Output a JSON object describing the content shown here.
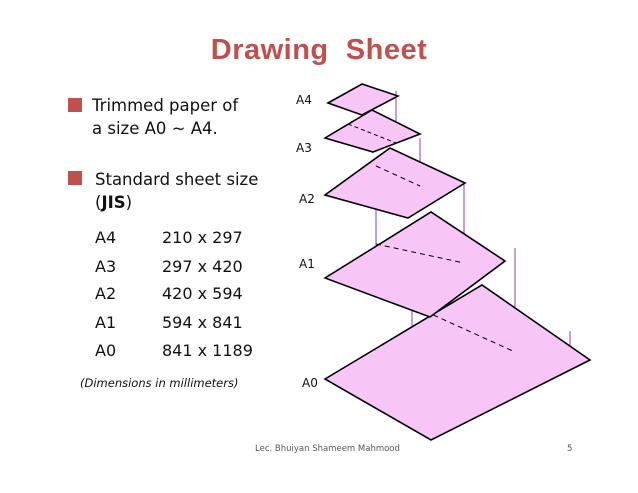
{
  "slide": {
    "title": "Drawing  Sheet",
    "bullet1": {
      "line1": "Trimmed paper of",
      "line2": "a size A0 ~ A4."
    },
    "bullet2": {
      "line1": "Standard sheet size",
      "line2_pre": "(",
      "line2_bold": "JIS",
      "line2_post": ")"
    },
    "sizes": [
      {
        "name": "A4",
        "dims": "210 x 297"
      },
      {
        "name": "A3",
        "dims": "297 x 420"
      },
      {
        "name": "A2",
        "dims": "420 x 594"
      },
      {
        "name": "A1",
        "dims": "594 x 841"
      },
      {
        "name": "A0",
        "dims": "841 x 1189"
      }
    ],
    "note": "(Dimensions in millimeters)",
    "footer": "Lec. Bhuiyan Shameem Mahmood",
    "page_number": "5"
  },
  "diagram": {
    "sheet_labels": [
      "A4",
      "A3",
      "A2",
      "A1",
      "A0"
    ],
    "fill_color": "#f7c6f7",
    "stroke_color": "#000000",
    "guide_color": "#9a3d9a"
  }
}
